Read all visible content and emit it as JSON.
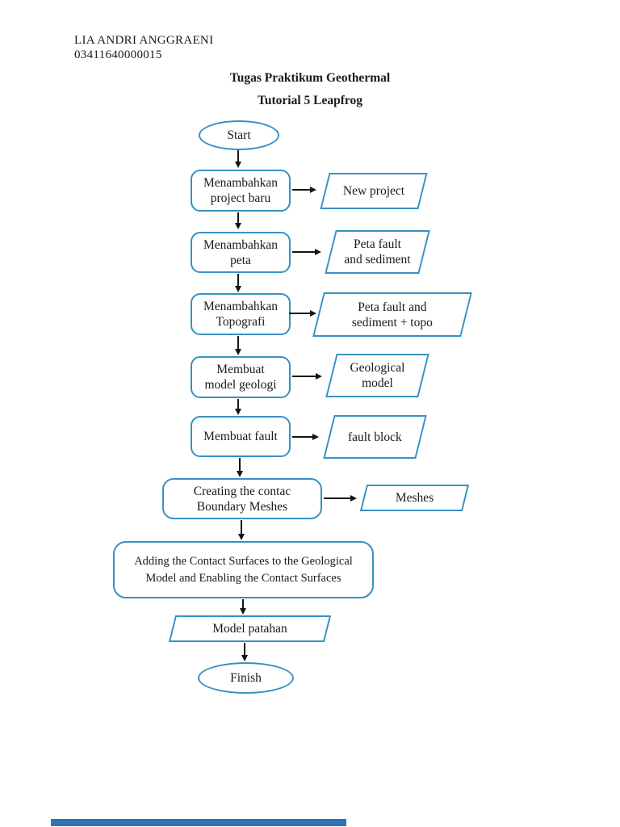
{
  "page": {
    "student_name": "LIA ANDRI ANGGRAENI",
    "student_id": "03411640000015",
    "title": "Tugas Praktikum Geothermal",
    "subtitle": "Tutorial 5 Leapfrog"
  },
  "colors": {
    "accent": "#3791C1",
    "ink": "#141414",
    "text": "#1A1A1A",
    "bar": "#2E74B5",
    "paper": "#FFFFFF"
  },
  "flowchart": {
    "nodes": {
      "start": {
        "type": "terminator",
        "label": "Start"
      },
      "add_project": {
        "type": "process",
        "label": "Menambahkan\nproject baru"
      },
      "new_project": {
        "type": "io",
        "label": "New project"
      },
      "add_peta": {
        "type": "process",
        "label": "Menambahkan\npeta"
      },
      "peta_fault_sediment": {
        "type": "io",
        "label": "Peta fault\nand sediment"
      },
      "add_topografi": {
        "type": "process",
        "label": "Menambahkan\nTopografi"
      },
      "peta_fault_sediment_topo": {
        "type": "io",
        "label": "Peta fault and\nsediment + topo"
      },
      "membuat_model_geologi": {
        "type": "process",
        "label": "Membuat\nmodel geologi"
      },
      "geological_model": {
        "type": "io",
        "label": "Geological\nmodel"
      },
      "membuat_fault": {
        "type": "process",
        "label": "Membuat fault"
      },
      "fault_block": {
        "type": "io",
        "label": "fault block"
      },
      "creating_contac_boundary": {
        "type": "process",
        "label": "Creating the contac\nBoundary Meshes"
      },
      "meshes": {
        "type": "io",
        "label": "Meshes"
      },
      "adding_contact_surfaces": {
        "type": "process",
        "label": "Adding the Contact Surfaces to the Geological\nModel and Enabling the Contact Surfaces"
      },
      "model_patahan": {
        "type": "io",
        "label": "Model patahan"
      },
      "finish": {
        "type": "terminator",
        "label": "Finish"
      }
    },
    "edges": [
      {
        "from": "start",
        "to": "add_project"
      },
      {
        "from": "add_project",
        "to": "new_project"
      },
      {
        "from": "add_project",
        "to": "add_peta"
      },
      {
        "from": "add_peta",
        "to": "peta_fault_sediment"
      },
      {
        "from": "add_peta",
        "to": "add_topografi"
      },
      {
        "from": "add_topografi",
        "to": "peta_fault_sediment_topo"
      },
      {
        "from": "add_topografi",
        "to": "membuat_model_geologi"
      },
      {
        "from": "membuat_model_geologi",
        "to": "geological_model"
      },
      {
        "from": "membuat_model_geologi",
        "to": "membuat_fault"
      },
      {
        "from": "membuat_fault",
        "to": "fault_block"
      },
      {
        "from": "membuat_fault",
        "to": "creating_contac_boundary"
      },
      {
        "from": "creating_contac_boundary",
        "to": "meshes"
      },
      {
        "from": "creating_contac_boundary",
        "to": "adding_contact_surfaces"
      },
      {
        "from": "adding_contact_surfaces",
        "to": "model_patahan"
      },
      {
        "from": "model_patahan",
        "to": "finish"
      }
    ]
  }
}
